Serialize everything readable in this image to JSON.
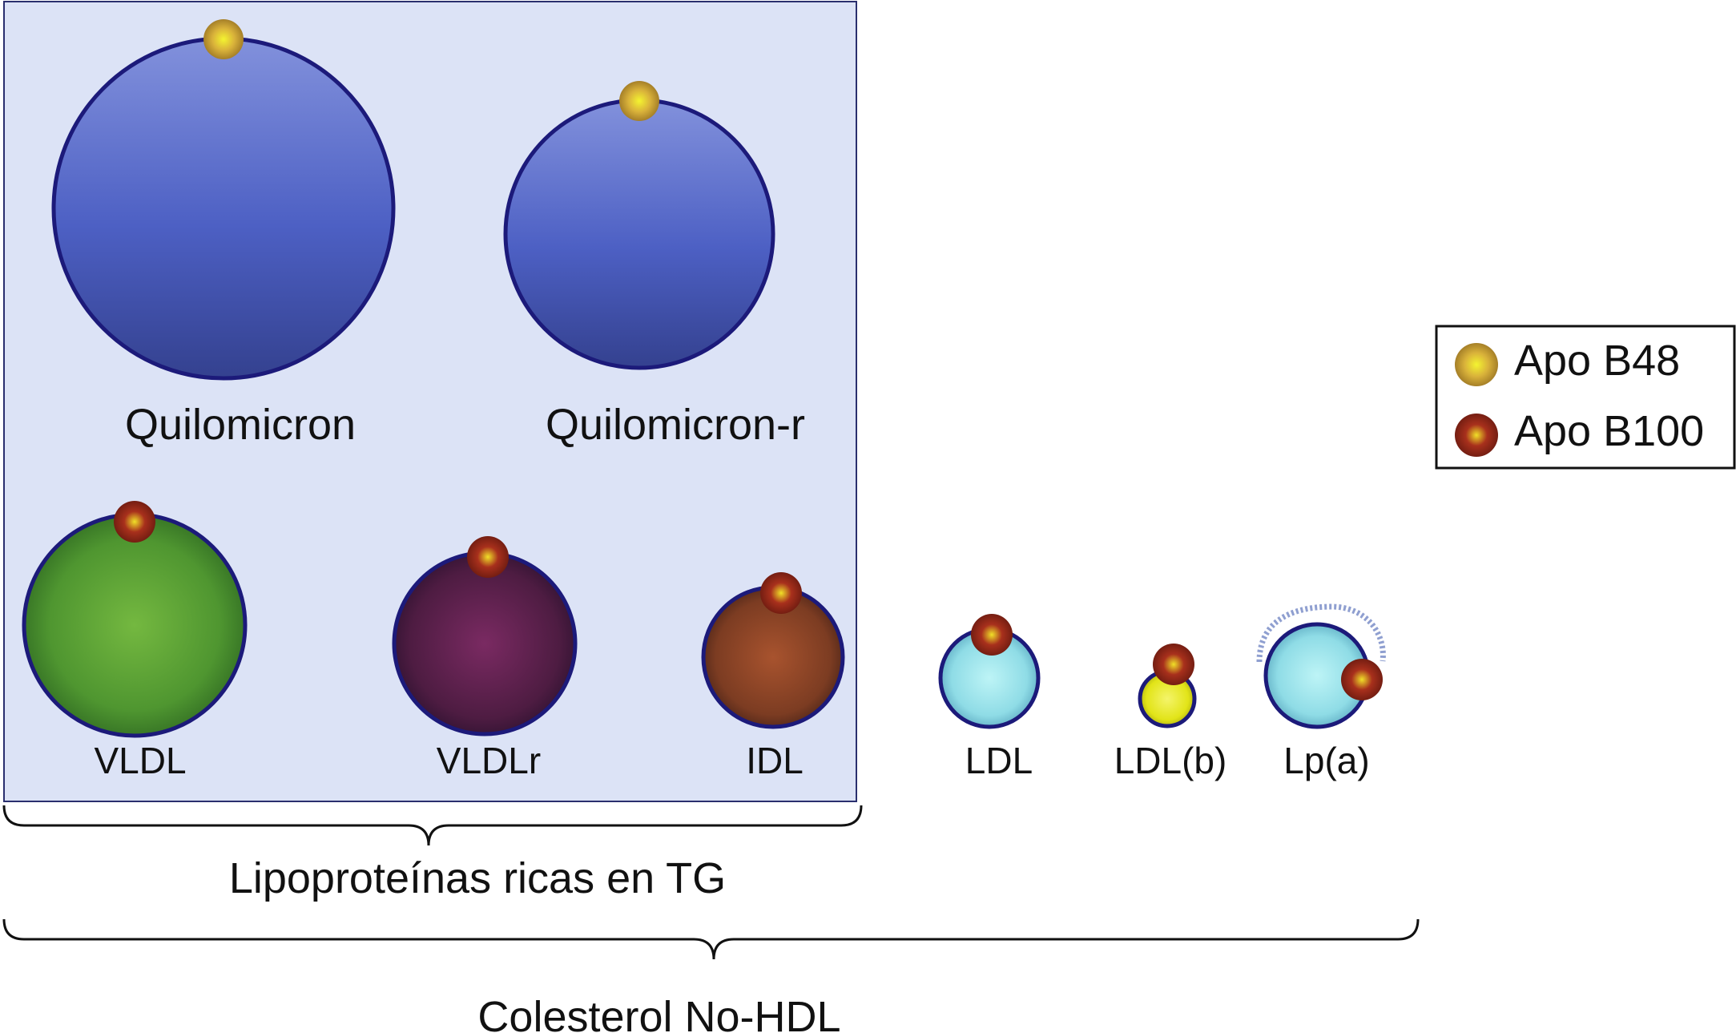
{
  "particles": {
    "quilomicron": "Quilomicron",
    "quilomicron_r": "Quilomicron-r",
    "vldl": "VLDL",
    "vldlr": "VLDLr",
    "idl": "IDL",
    "ldl": "LDL",
    "ldl_b": "LDL(b)",
    "lpa": "Lp(a)"
  },
  "groups": {
    "tg_rich": "Lipoproteínas ricas en TG",
    "non_hdl": "Colesterol No-HDL"
  },
  "legend": {
    "apob48": "Apo B48",
    "apob100": "Apo B100"
  },
  "colors": {
    "panel_fill": "#dce3f6",
    "outline": "#1c1a7a",
    "quilomicron": "#4a5ec4",
    "vldl": "#5fa83a",
    "vldlr": "#6a2450",
    "idl": "#9a4a2a",
    "ldl": "#8ee0e8",
    "ldl_b": "#e6e81e",
    "apob48": "#d9b93c",
    "apob100": "#a8301c"
  }
}
